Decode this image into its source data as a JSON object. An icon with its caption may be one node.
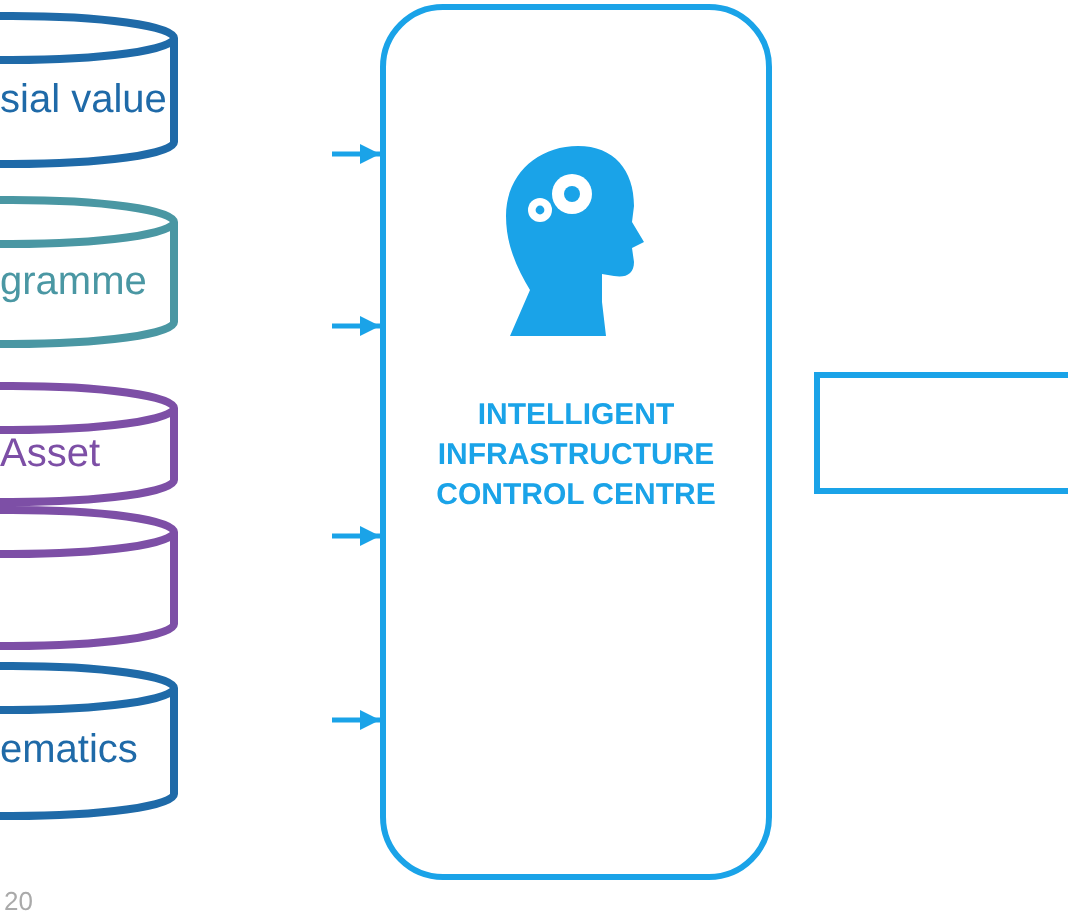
{
  "diagram": {
    "nodes": [
      {
        "text": [
          "sial value"
        ]
      },
      {
        "text": [
          "gramme"
        ]
      },
      {
        "text": [
          "Asset"
        ]
      },
      {
        "text": [],
        "shape": "cylinder"
      },
      {
        "text": [
          "ematics"
        ]
      },
      {
        "text": [
          "INTELLIGENT INFRASTRUCTURE CONTROL CENTRE"
        ]
      },
      {
        "text": [],
        "shape": "box"
      }
    ],
    "edges": [
      {
        "from": null,
        "to": 5,
        "arrow": "to"
      },
      {
        "from": null,
        "to": 5,
        "arrow": "to"
      },
      {
        "from": null,
        "to": 5,
        "arrow": "to"
      },
      {
        "from": null,
        "to": 5,
        "arrow": "to"
      }
    ],
    "labels": [
      "20"
    ]
  }
}
